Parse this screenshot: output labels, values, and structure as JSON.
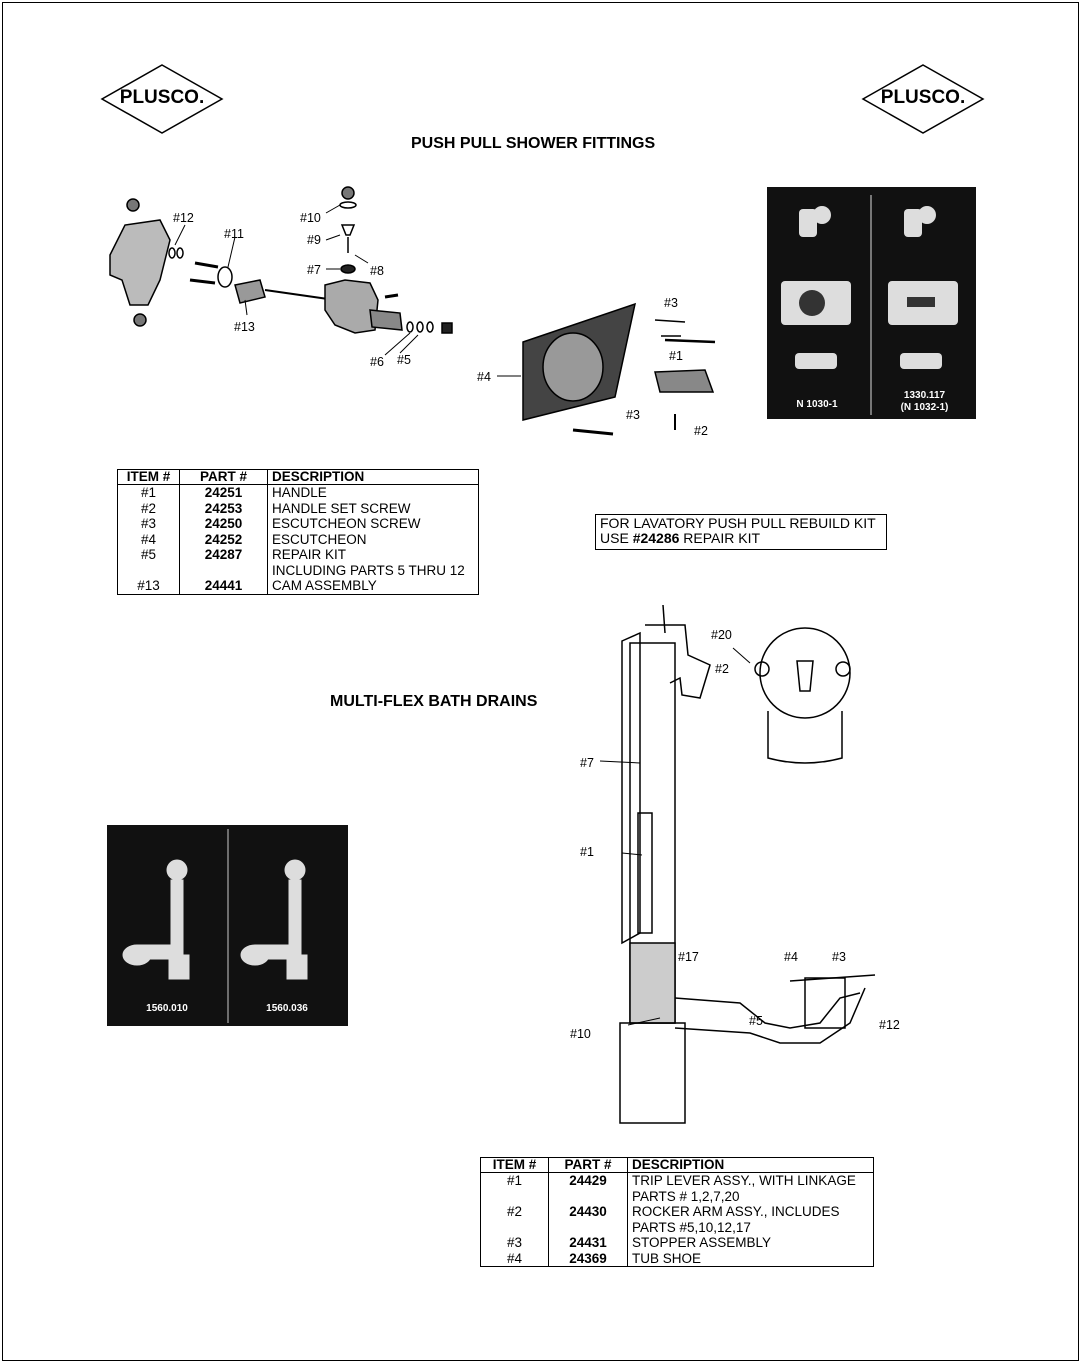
{
  "brand": {
    "left_logo": "PLUSCO.",
    "right_logo": "PLUSCO."
  },
  "section1": {
    "title": "PUSH PULL SHOWER FITTINGS",
    "callouts": [
      "#12",
      "#11",
      "#13",
      "#10",
      "#9",
      "#7",
      "#8",
      "#6",
      "#5",
      "#3",
      "#1",
      "#4",
      "#3",
      "#2"
    ],
    "photo_captions": [
      "N 1030-1",
      "1330.117",
      "(N 1032-1)"
    ],
    "table": {
      "headers": [
        "ITEM #",
        "PART #",
        "DESCRIPTION"
      ],
      "rows": [
        {
          "item": "#1",
          "part": "24251",
          "desc": "HANDLE"
        },
        {
          "item": "#2",
          "part": "24253",
          "desc": "HANDLE SET SCREW"
        },
        {
          "item": "#3",
          "part": "24250",
          "desc": "ESCUTCHEON SCREW"
        },
        {
          "item": "#4",
          "part": "24252",
          "desc": "ESCUTCHEON"
        },
        {
          "item": "#5",
          "part": "24287",
          "desc": "REPAIR KIT"
        },
        {
          "item": "",
          "part": "",
          "desc": "INCLUDING PARTS 5 THRU 12"
        },
        {
          "item": "#13",
          "part": "24441",
          "desc": "CAM ASSEMBLY"
        }
      ]
    },
    "note": {
      "line1": "FOR LAVATORY PUSH PULL REBUILD KIT",
      "line2_prefix": "USE ",
      "line2_bold": "#24286",
      "line2_suffix": " REPAIR KIT"
    }
  },
  "section2": {
    "title": "MULTI-FLEX BATH DRAINS",
    "photo_captions": [
      "1560.010",
      "1560.036"
    ],
    "callouts": [
      "#20",
      "#2",
      "#7",
      "#1",
      "#17",
      "#4",
      "#3",
      "#5",
      "#12",
      "#10"
    ],
    "table": {
      "headers": [
        "ITEM #",
        "PART #",
        "DESCRIPTION"
      ],
      "rows": [
        {
          "item": "#1",
          "part": "24429",
          "desc": "TRIP LEVER ASSY., WITH LINKAGE"
        },
        {
          "item": "",
          "part": "",
          "desc": "PARTS # 1,2,7,20"
        },
        {
          "item": "#2",
          "part": "24430",
          "desc": "ROCKER ARM ASSY., INCLUDES"
        },
        {
          "item": "",
          "part": "",
          "desc": "PARTS #5,10,12,17"
        },
        {
          "item": "#3",
          "part": "24431",
          "desc": "STOPPER ASSEMBLY"
        },
        {
          "item": "#4",
          "part": "24369",
          "desc": "TUB SHOE"
        }
      ]
    }
  }
}
